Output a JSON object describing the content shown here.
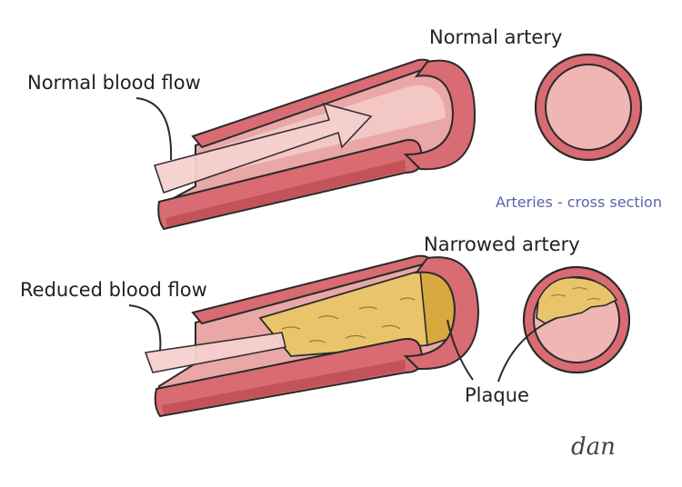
{
  "labels": {
    "normal_artery": "Normal artery",
    "normal_blood_flow": "Normal blood flow",
    "cross_section": "Arteries - cross section",
    "narrowed_artery": "Narrowed artery",
    "reduced_blood_flow": "Reduced blood flow",
    "plaque": "Plaque"
  },
  "signature": "dan",
  "colors": {
    "outline": "#2a2a2a",
    "artery_wall": "#d96b72",
    "artery_wall_dark": "#b9474f",
    "artery_lumen": "#e9a7a6",
    "artery_inner_light": "#f3c7c4",
    "blood_flow_arrow": "#f6d0cf",
    "plaque_fill": "#e9c46a",
    "plaque_dark": "#d8a93e",
    "cross_section_text": "#5a64a8"
  }
}
